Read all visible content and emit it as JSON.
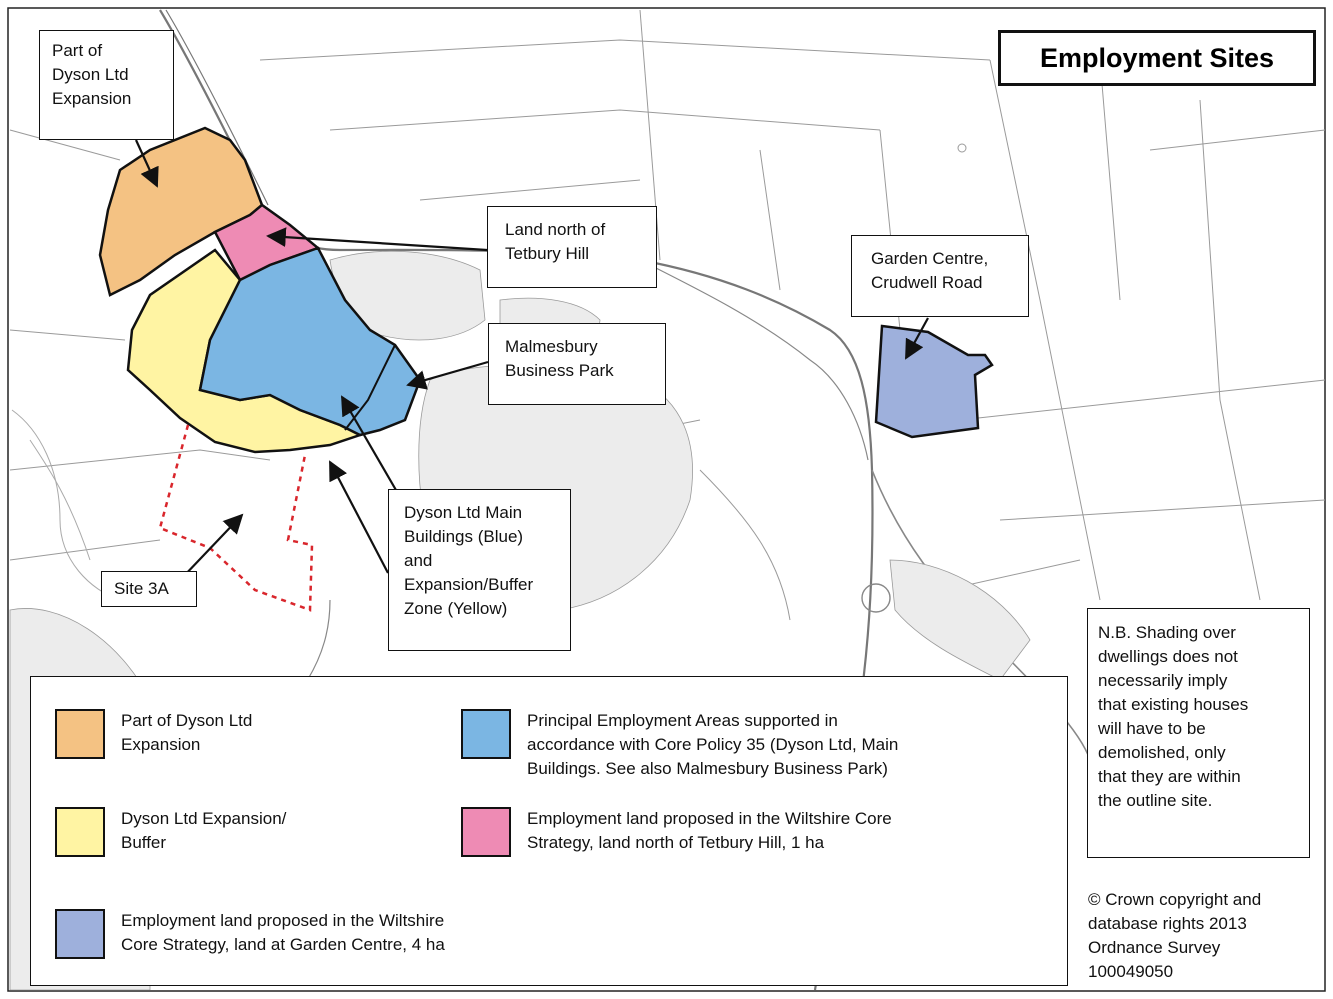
{
  "title": "Employment Sites",
  "colors": {
    "orange": "#f4c283",
    "yellow": "#fff4a3",
    "blue": "#7bb6e3",
    "pink": "#ee8bb4",
    "lavender": "#9eb0dc",
    "site_outline": "#d9262c"
  },
  "labels": {
    "dyson_expansion_part": [
      "Part of",
      "Dyson Ltd",
      "Expansion"
    ],
    "tetbury_hill": [
      "Land north of",
      "Tetbury Hill"
    ],
    "garden_centre": [
      "Garden Centre,",
      "Crudwell Road"
    ],
    "business_park": [
      "Malmesbury",
      "Business Park"
    ],
    "dyson_main": [
      "Dyson Ltd Main",
      "Buildings (Blue)",
      "and",
      "Expansion/Buffer",
      "Zone (Yellow)"
    ],
    "site_3a": "Site 3A"
  },
  "legend": [
    {
      "color": "orange",
      "lines": [
        "Part of Dyson Ltd",
        "Expansion"
      ]
    },
    {
      "color": "blue",
      "lines": [
        "Principal Employment Areas supported in",
        "accordance with Core Policy 35 (Dyson Ltd, Main",
        "Buildings. See also Malmesbury Business Park)"
      ]
    },
    {
      "color": "yellow",
      "lines": [
        "Dyson Ltd Expansion/",
        "Buffer"
      ]
    },
    {
      "color": "pink",
      "lines": [
        "Employment land proposed in the Wiltshire Core",
        "Strategy, land north of Tetbury Hill, 1 ha"
      ]
    },
    {
      "color": "lavender",
      "lines": [
        "Employment land proposed in the Wiltshire",
        "Core Strategy, land at Garden Centre, 4 ha"
      ]
    }
  ],
  "note": [
    "N.B. Shading over",
    "dwellings does not",
    "necessarily imply",
    "that existing houses",
    "will have to be",
    "demolished, only",
    "that they are within",
    "the outline site."
  ],
  "copyright": [
    "© Crown copyright and",
    "database rights 2013",
    "Ordnance Survey",
    "100049050"
  ]
}
